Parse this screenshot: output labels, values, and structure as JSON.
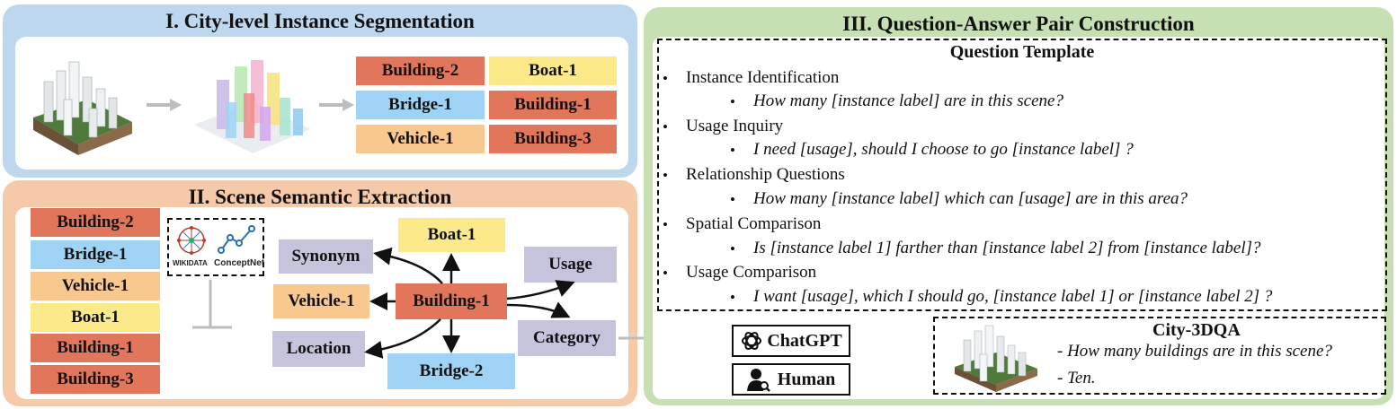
{
  "panel1": {
    "title": "I. City-level Instance Segmentation",
    "tags": [
      "Building-2",
      "Boat-1",
      "Bridge-1",
      "Building-1",
      "Vehicle-1",
      "Building-3"
    ]
  },
  "panel2": {
    "title": "II. Scene Semantic Extraction",
    "left_tags": [
      "Building-2",
      "Bridge-1",
      "Vehicle-1",
      "Boat-1",
      "Building-1",
      "Building-3"
    ],
    "kb_labels": {
      "wikidata": "WIKIDATA",
      "conceptnet": "ConceptNet"
    },
    "center": "Building-1",
    "nodes": {
      "boat": "Boat-1",
      "synonym": "Synonym",
      "vehicle": "Vehicle-1",
      "location": "Location",
      "bridge": "Bridge-2",
      "usage": "Usage",
      "category": "Category"
    }
  },
  "panel3": {
    "title": "III. Question-Answer Pair Construction",
    "template_title": "Question Template",
    "items": [
      {
        "head": "Instance Identification",
        "q": "How many [instance label] are in this scene?"
      },
      {
        "head": "Usage Inquiry",
        "q": "I need [usage], should I choose to go [instance label] ?"
      },
      {
        "head": "Relationship Questions",
        "q": "How many [instance label] which can [usage] are in this area?"
      },
      {
        "head": "Spatial Comparison",
        "q": "Is [instance label 1] farther than [instance label 2] from [instance label]?"
      },
      {
        "head": "Usage Comparison",
        "q": "I want [usage], which I should go, [instance label 1] or [instance label 2] ?"
      }
    ],
    "chatgpt": "ChatGPT",
    "human": "Human",
    "dataset": {
      "title": "City-3DQA",
      "question": "- How many buildings are in this scene?",
      "answer": "- Ten."
    }
  }
}
